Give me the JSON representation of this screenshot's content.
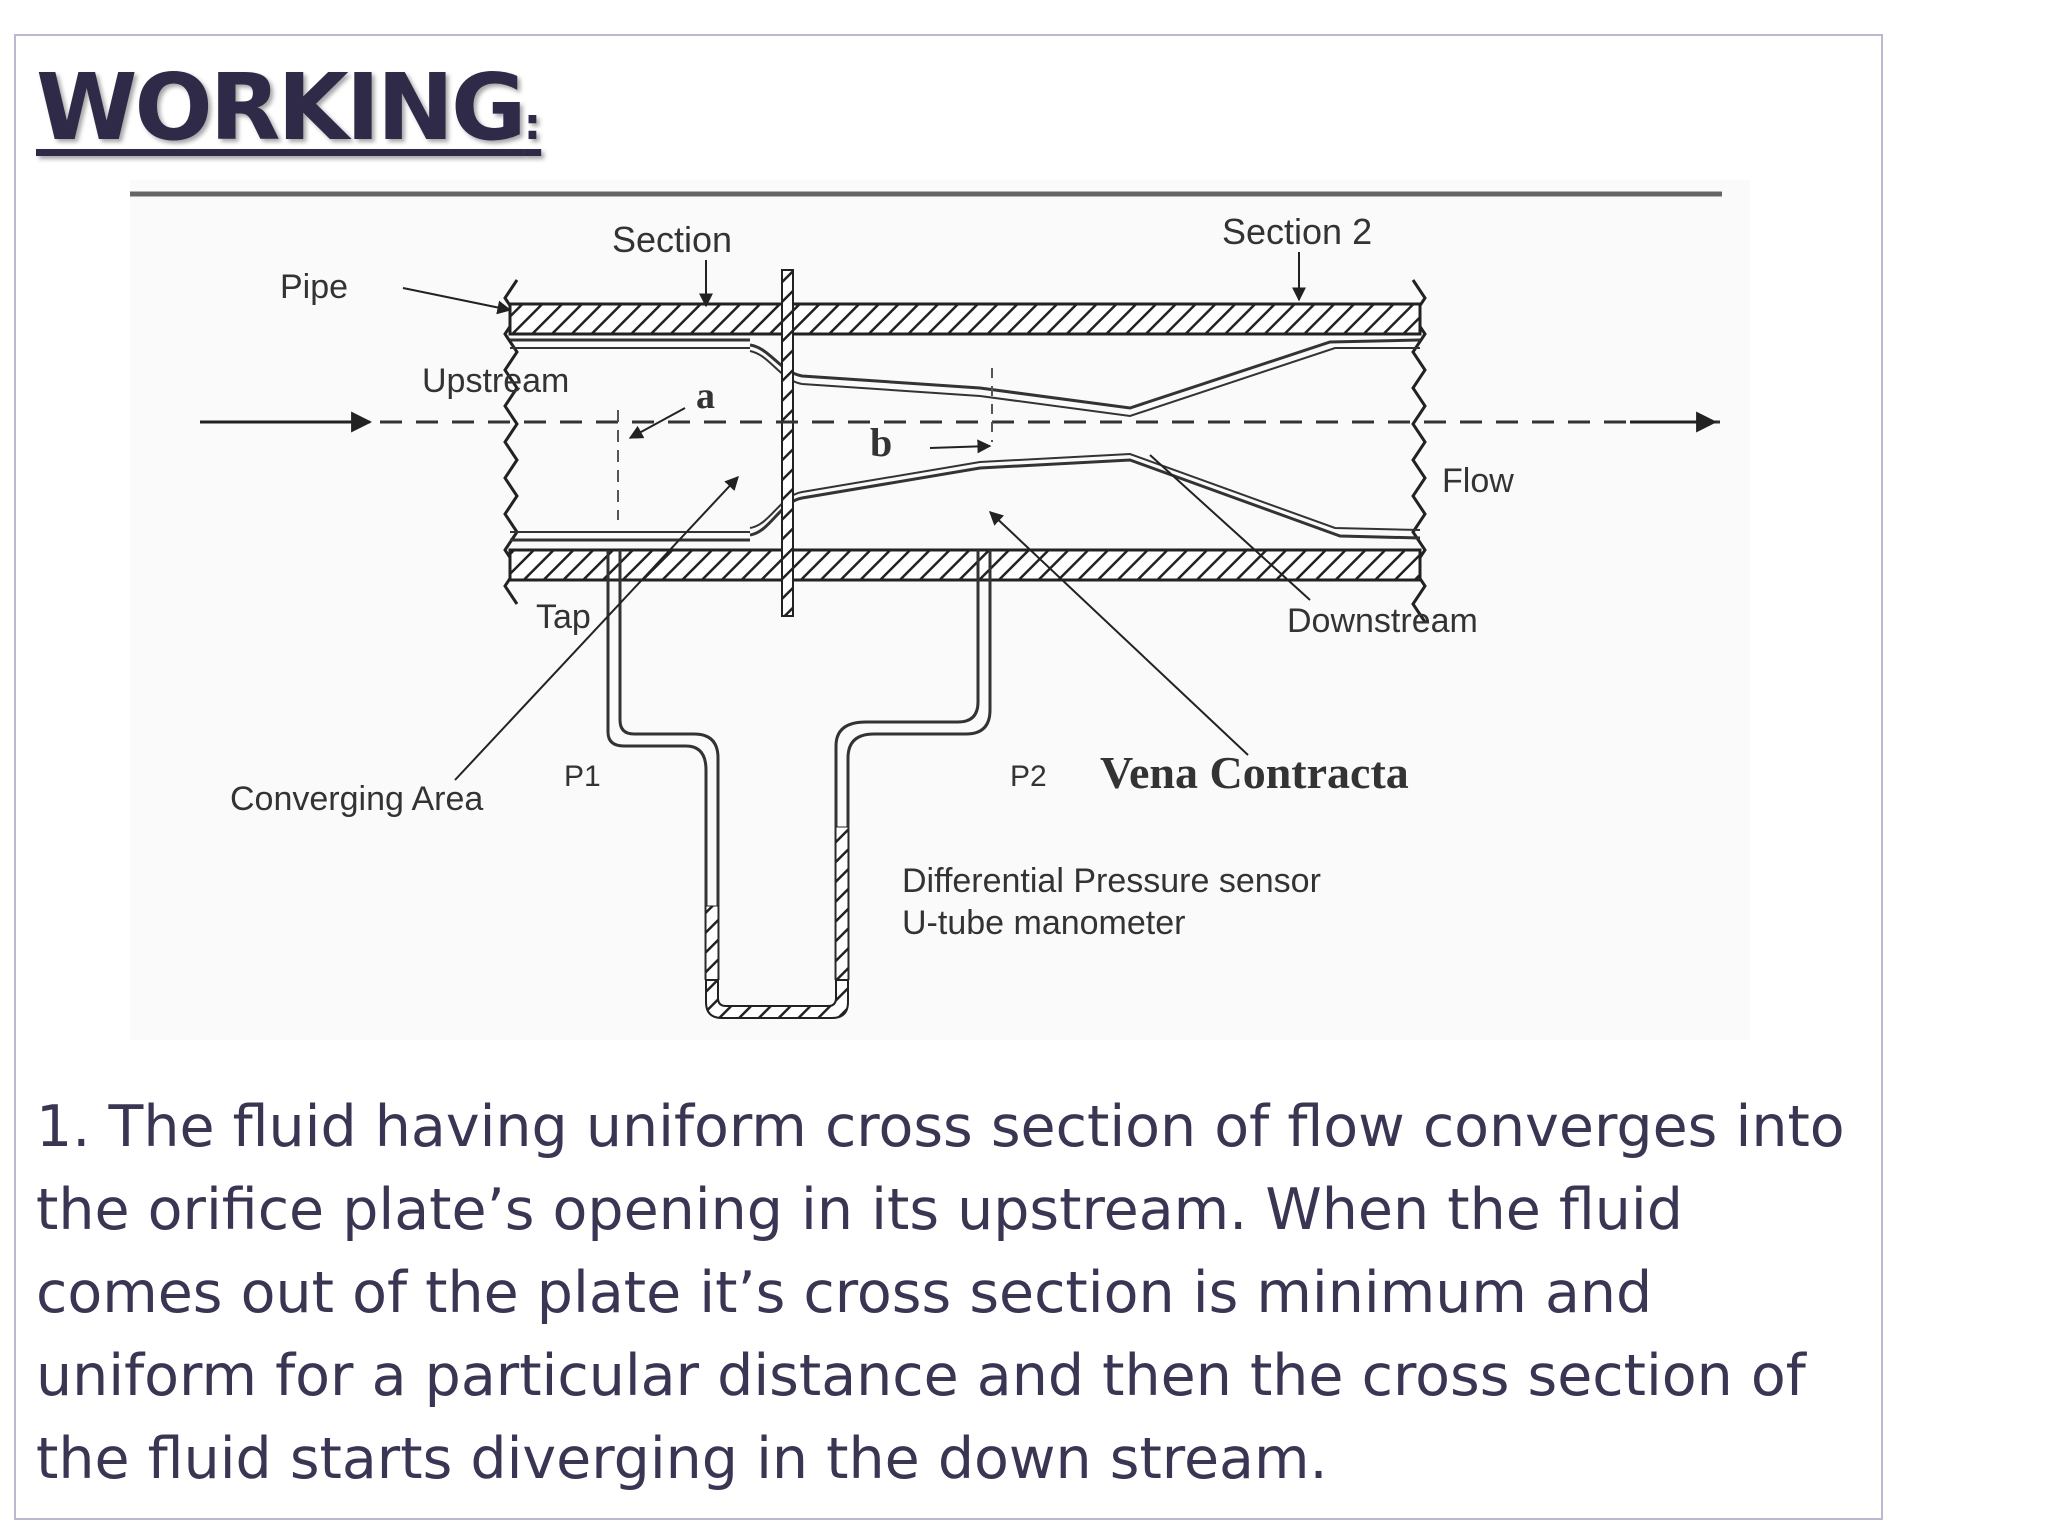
{
  "slide": {
    "title": "WORKING",
    "title_suffix": ":",
    "paragraph": "1. The fluid having uniform cross section of flow converges into the orifice plate’s opening in its upstream. When the fluid comes out of the plate it’s cross section is minimum and uniform for a particular distance and then the cross section of the fluid starts diverging in the down stream."
  },
  "diagram": {
    "labels": {
      "pipe": "Pipe",
      "section": "Section",
      "section_2": "Section 2",
      "upstream": "Upstream",
      "point_a": "a",
      "point_b": "b",
      "flow": "Flow",
      "tap": "Tap",
      "downstream": "Downstream",
      "p1": "P1",
      "p2": "P2",
      "converging_area": "Converging Area",
      "vena_contracta": "Vena Contracta",
      "dp_sensor": "Differential Pressure sensor",
      "manometer": "U-tube manometer"
    }
  },
  "colors": {
    "title": "#2e2a48",
    "body_text": "#3a3553",
    "frame": "#b9b9cf"
  }
}
